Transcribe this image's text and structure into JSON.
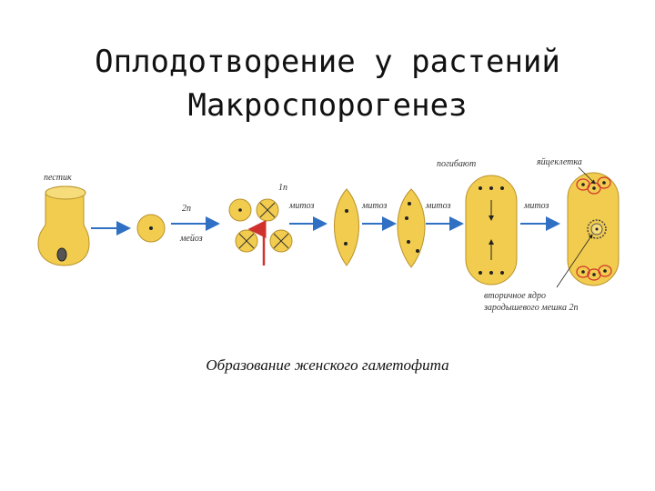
{
  "title": {
    "line1": "Оплодотворение у растений",
    "line2": "Макроспорогенез"
  },
  "labels": {
    "pestik": "пестик",
    "two_n": "2n",
    "meioz": "мейоз",
    "one_n": "1n",
    "mitoz_1": "митоз",
    "mitoz_2": "митоз",
    "mitoz_3": "митоз",
    "mitoz_4": "митоз",
    "pogibayut": "погибают",
    "yaytsekletka": "яйцеклетка",
    "secondary_nucleus_1": "вторичное ядро",
    "secondary_nucleus_2": "зародышевого мешка 2n"
  },
  "caption": "Образование женского гаметофита",
  "colors": {
    "cell_fill": "#f2cc4e",
    "cell_stroke": "#b8922a",
    "arrow": "#2f6fc4",
    "red_arrow": "#d0312d",
    "dark": "#222222"
  }
}
